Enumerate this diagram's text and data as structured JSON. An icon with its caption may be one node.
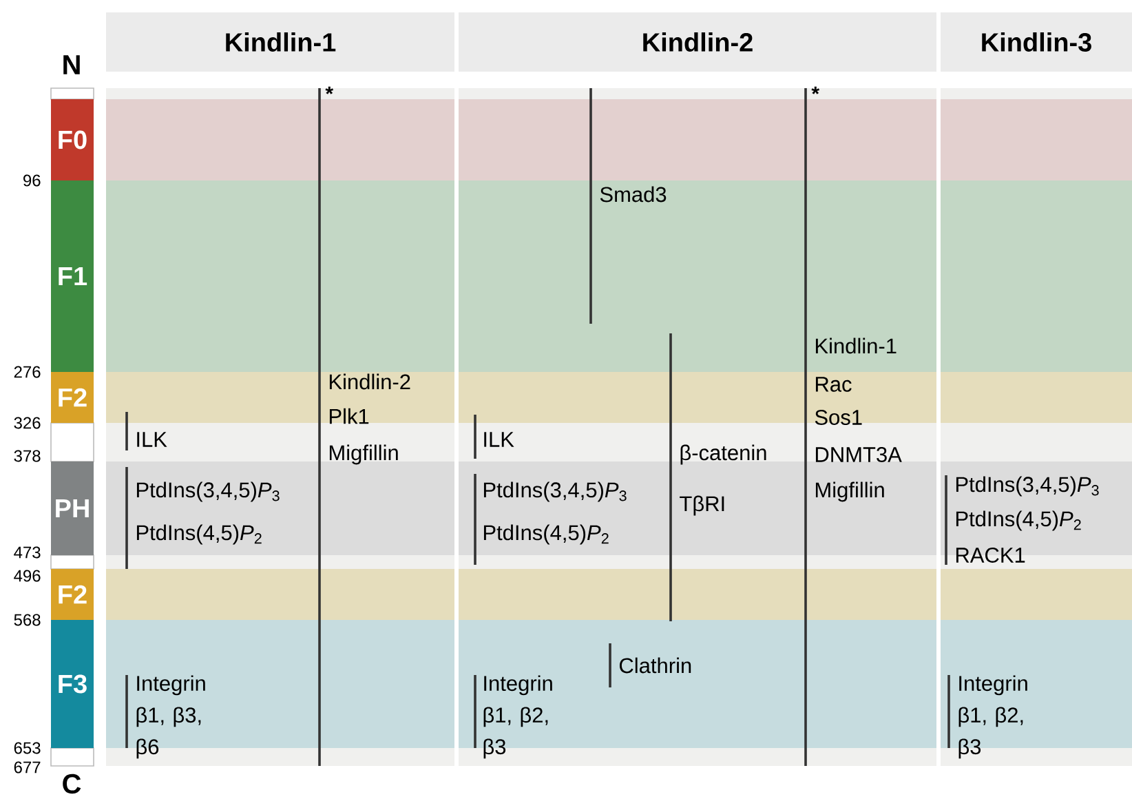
{
  "diagram": {
    "nodes": [
      {
        "text": [
          "Kindlin-1"
        ]
      },
      {
        "text": [
          "Kindlin-2"
        ]
      },
      {
        "text": [
          "Kindlin-3"
        ]
      },
      {
        "text": [
          "F0"
        ]
      },
      {
        "text": [
          "F1"
        ]
      },
      {
        "text": [
          "F2"
        ]
      },
      {
        "text": [
          "PH"
        ]
      },
      {
        "text": [
          "F2"
        ]
      },
      {
        "text": [
          "F3"
        ]
      }
    ],
    "labels": [
      "N",
      "96",
      "276",
      "326",
      "378",
      "473",
      "496",
      "568",
      "653",
      "677",
      "C",
      "*",
      "Kindlin-2",
      "Plk1",
      "Migfillin",
      "ILK",
      "PtdIns(3,4,5)*P*$_{3}$",
      "PtdIns(4,5)*P*$_{2}$",
      "Integrin β1, β3, β6",
      "Smad3",
      "β-catenin",
      "TβRI",
      "*",
      "Kindlin-1",
      "Rac",
      "Sos1",
      "DNMT3A",
      "Migfillin",
      "ILK",
      "PtdIns(3,4,5)*P*$_{3}$",
      "PtdIns(4,5)*P*$_{2}$",
      "Clathrin",
      "Integrin β1, β2, β3",
      "PtdIns(3,4,5)*P*$_{3}$",
      "PtdIns(4,5)*P*$_{2}$",
      "RACK1",
      "Integrin β1, β2, β3"
    ]
  }
}
